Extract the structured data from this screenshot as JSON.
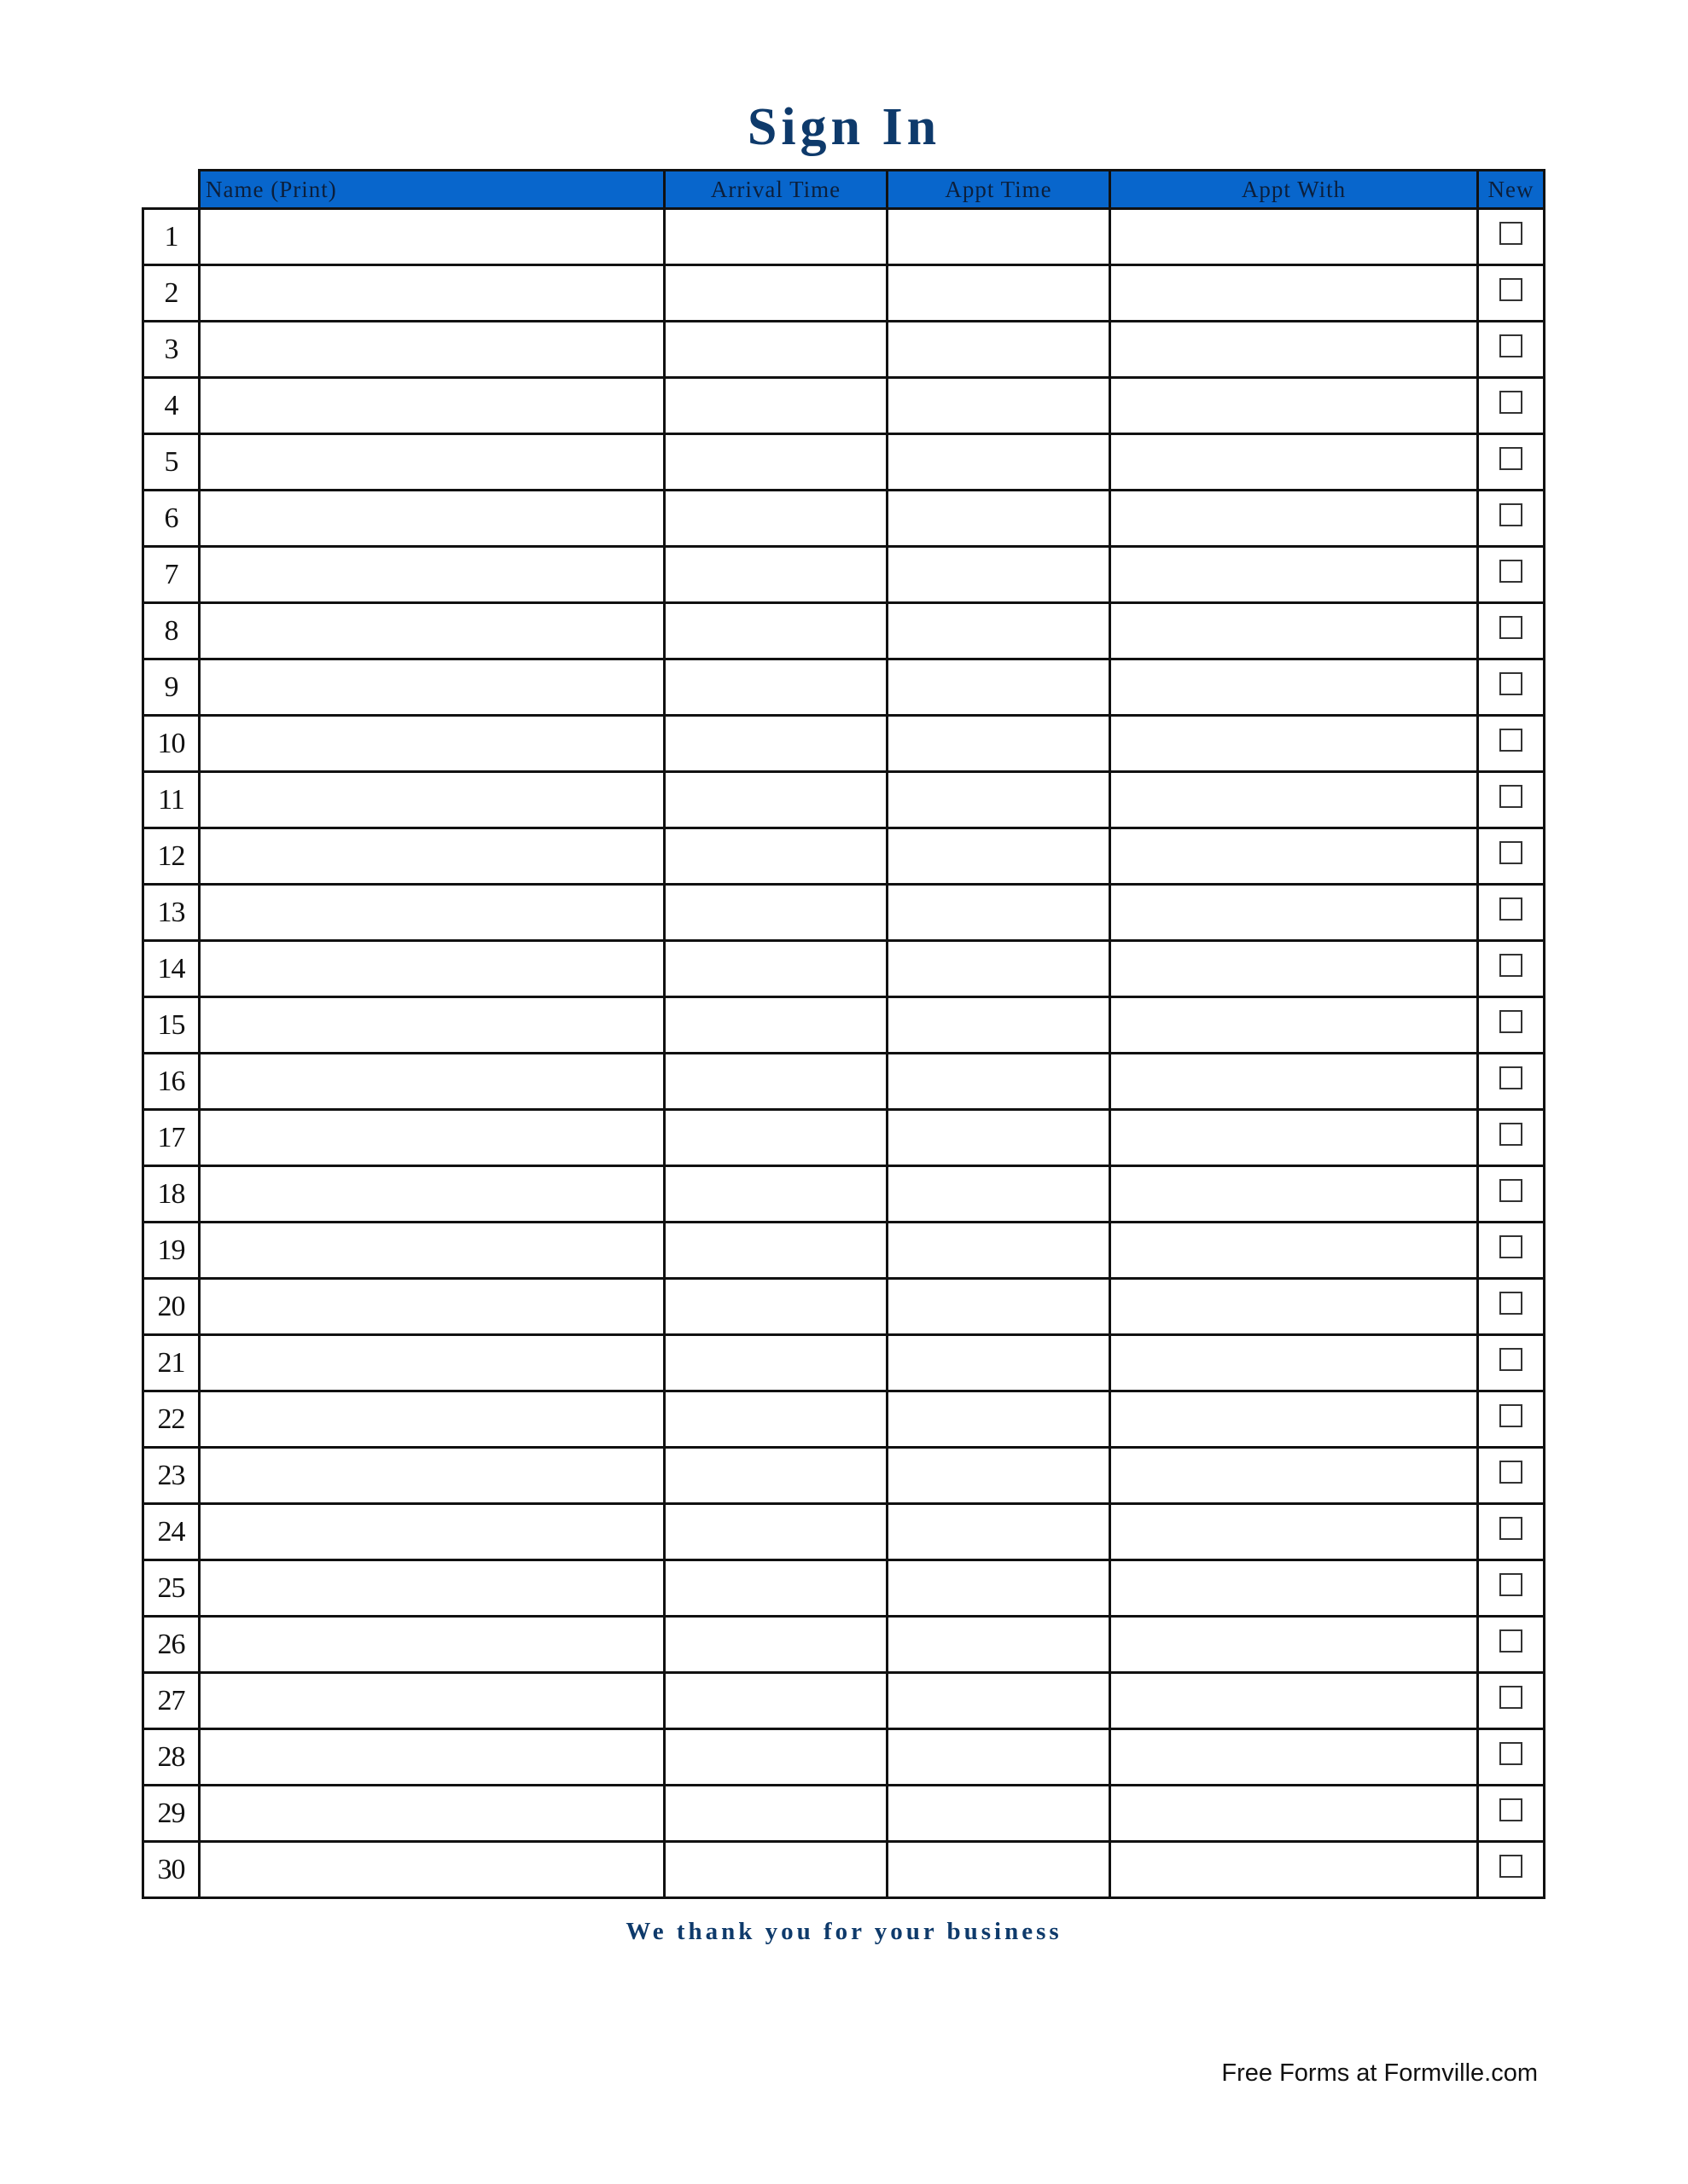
{
  "title": "Sign In",
  "table": {
    "headers": {
      "name": "Name (Print)",
      "arrival": "Arrival Time",
      "appt_time": "Appt Time",
      "appt_with": "Appt With",
      "new": "New"
    },
    "rows": [
      "1",
      "2",
      "3",
      "4",
      "5",
      "6",
      "7",
      "8",
      "9",
      "10",
      "11",
      "12",
      "13",
      "14",
      "15",
      "16",
      "17",
      "18",
      "19",
      "20",
      "21",
      "22",
      "23",
      "24",
      "25",
      "26",
      "27",
      "28",
      "29",
      "30"
    ]
  },
  "footer": {
    "thanks": "We thank you for your business",
    "credit": "Free Forms at Formville.com"
  }
}
